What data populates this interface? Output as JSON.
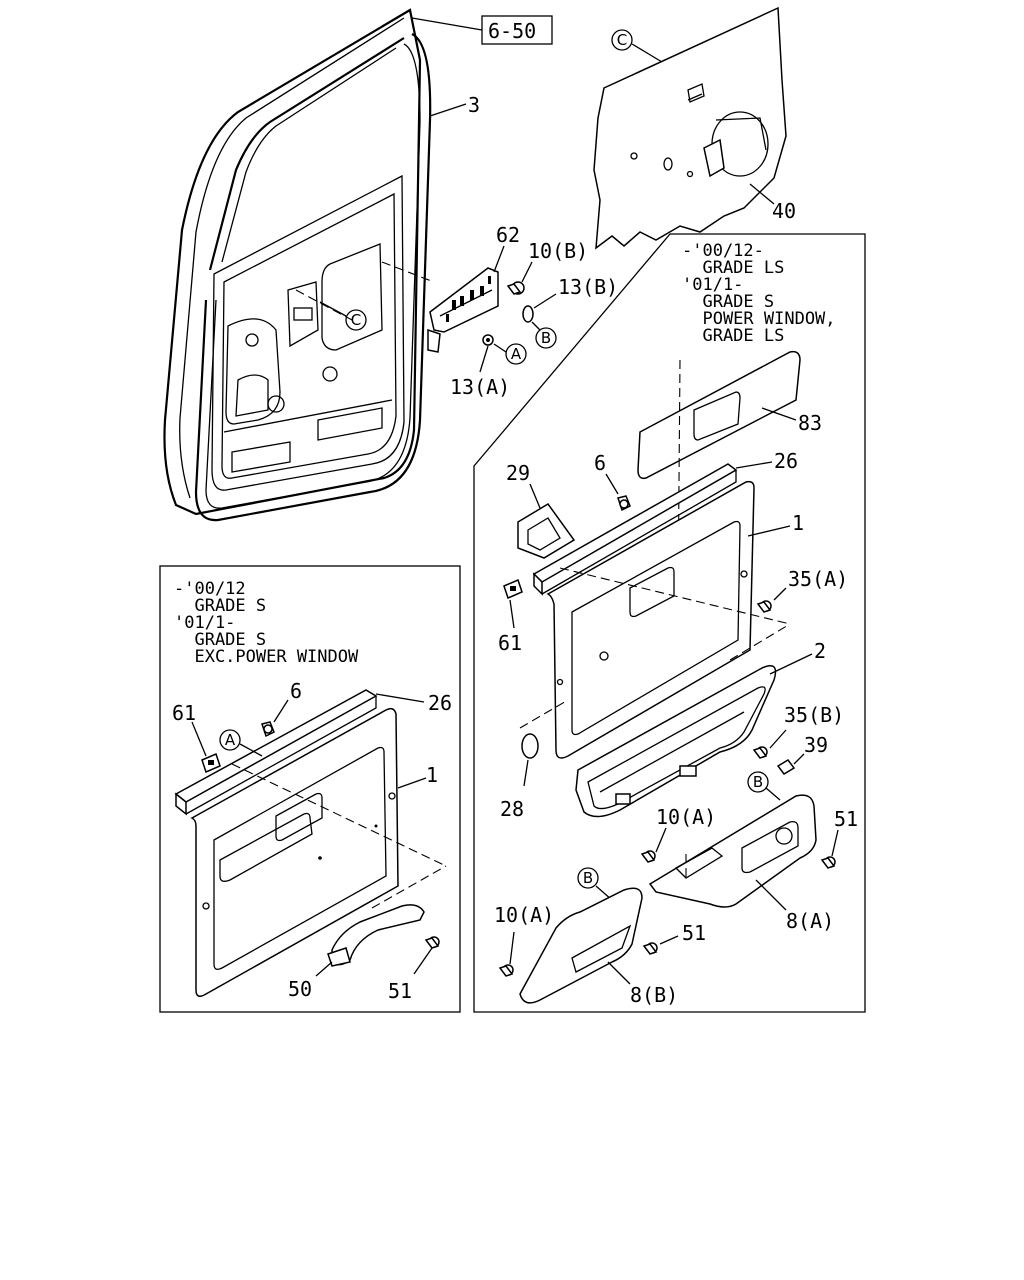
{
  "callouts": {
    "ref_6_50": "6-50",
    "p3": "3",
    "p40": "40",
    "p62": "62",
    "p10b_top": "10(B)",
    "p13b": "13(B)",
    "p13a": "13(A)",
    "p83": "83",
    "p26_right": "26",
    "p6_right": "6",
    "p29": "29",
    "p1_right": "1",
    "p35a": "35(A)",
    "p61_right": "61",
    "p2": "2",
    "p35b": "35(B)",
    "p39": "39",
    "p28": "28",
    "p10a_right": "10(A)",
    "p51_right": "51",
    "p8a": "8(A)",
    "p10a_bottom": "10(A)",
    "p51_bottom": "51",
    "p8b": "8(B)",
    "p6_left": "6",
    "p26_left": "26",
    "p61_left": "61",
    "p1_left": "1",
    "p50": "50",
    "p51_left": "51"
  },
  "markers": {
    "C": "C",
    "A": "A",
    "B": "B"
  },
  "notes": {
    "right_box": [
      "-'00/12-",
      "  GRADE LS",
      "'01/1-",
      "  GRADE S",
      "  POWER WINDOW,",
      "  GRADE LS"
    ],
    "left_box": [
      "-'00/12",
      "  GRADE S",
      "'01/1-",
      "  GRADE S",
      "  EXC.POWER WINDOW"
    ]
  }
}
